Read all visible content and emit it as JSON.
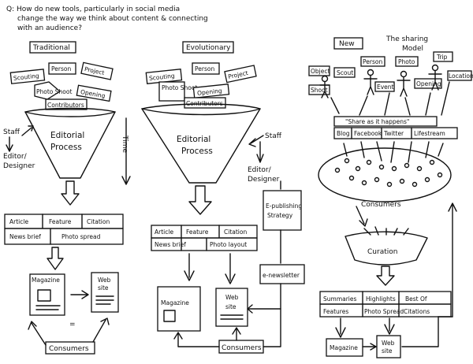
{
  "question": {
    "line1": "Q: How do new tools, particularly in social media",
    "line2": "change the way we think about content & connecting",
    "line3": "with an audience?"
  },
  "traditional": {
    "heading": "Traditional",
    "inputs": [
      "Scouting",
      "Person",
      "Project",
      "Photo Shoot",
      "Opening",
      "Contributors"
    ],
    "funnel_label_1": "Editorial",
    "funnel_label_2": "Process",
    "side_labels": [
      "Staff",
      "Editor/",
      "Designer"
    ],
    "time_label": "Time",
    "outputs_row1": [
      "Article",
      "Feature",
      "Citation"
    ],
    "outputs_row2": [
      "News brief",
      "Photo spread"
    ],
    "magazine_label": "Magazine",
    "website_label_1": "Web",
    "website_label_2": "site",
    "equals": "=",
    "consumers": "Consumers"
  },
  "evolutionary": {
    "heading": "Evolutionary",
    "inputs": [
      "Scouting",
      "Person",
      "Project",
      "Photo Shoot",
      "Opening",
      "Contributors"
    ],
    "funnel_label_1": "Editorial",
    "funnel_label_2": "Process",
    "side_labels": [
      "Staff",
      "Editor/",
      "Designer"
    ],
    "epub_lines": [
      "E-publishing",
      "Strategy"
    ],
    "outputs_row1": [
      "Article",
      "Feature",
      "Citation"
    ],
    "outputs_row2": [
      "News brief",
      "Photo layout"
    ],
    "magazine_label": "Magazine",
    "website_label_1": "Web",
    "website_label_2": "site",
    "enewsletter": "e-newsletter",
    "consumers": "Consumers"
  },
  "new_model": {
    "heading": "New",
    "title_1": "The sharing",
    "title_2": "Model",
    "inputs": [
      "Object",
      "Scout",
      "Person",
      "Photo",
      "Trip",
      "Shoot",
      "Event",
      "Opening",
      "Location"
    ],
    "share_label": "\"Share as it happens\"",
    "channels": [
      "Blog",
      "Facebook",
      "Twitter",
      "Lifestream"
    ],
    "consumers": "Consumers",
    "curation": "Curation",
    "outputs_row1": [
      "Summaries",
      "Highlights",
      "Best Of"
    ],
    "outputs_row2": [
      "Features",
      "Photo Spread",
      "Citations"
    ],
    "magazine_label": "Magazine",
    "website_label_1": "Web",
    "website_label_2": "site"
  }
}
